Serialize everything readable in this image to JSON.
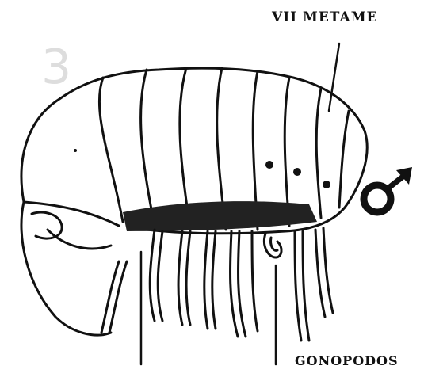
{
  "figure_number": "3",
  "labels": {
    "segment": "VII METAME",
    "gonopods": "GONOPODOS"
  },
  "symbols": {
    "sex": "male-symbol"
  },
  "colors": {
    "ink": "#111111",
    "paper": "#ffffff"
  }
}
